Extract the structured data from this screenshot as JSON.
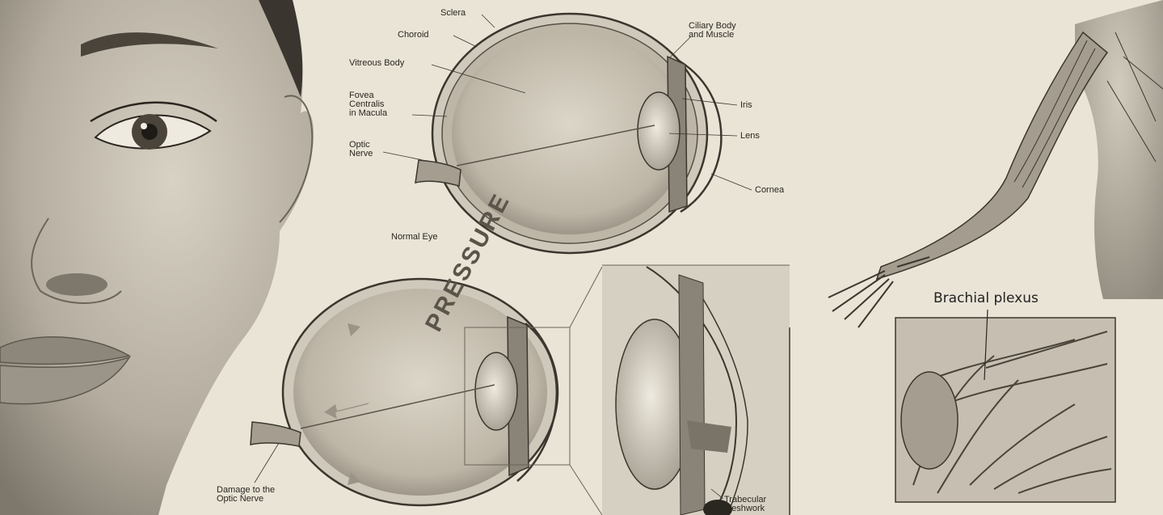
{
  "normal_eye": {
    "caption": "Normal Eye",
    "labels": {
      "sclera": "Sclera",
      "choroid": "Choroid",
      "vitreous_body": "Vitreous Body",
      "fovea": "Fovea\nCentralis\nin Macula",
      "optic_nerve": "Optic\nNerve",
      "ciliary_body": "Ciliary Body\nand Muscle",
      "iris": "Iris",
      "lens": "Lens",
      "cornea": "Cornea"
    }
  },
  "glaucoma_eye": {
    "pressure_text": "PRESSURE",
    "damage_label": "Damage to the\nOptic Nerve",
    "trabecular_label": "Trabecular\nmeshwork"
  },
  "nerve_panel": {
    "brachial_label": "Brachial plexus"
  },
  "colors": {
    "paper": "#e9e4d6",
    "ink": "#2a2620"
  }
}
